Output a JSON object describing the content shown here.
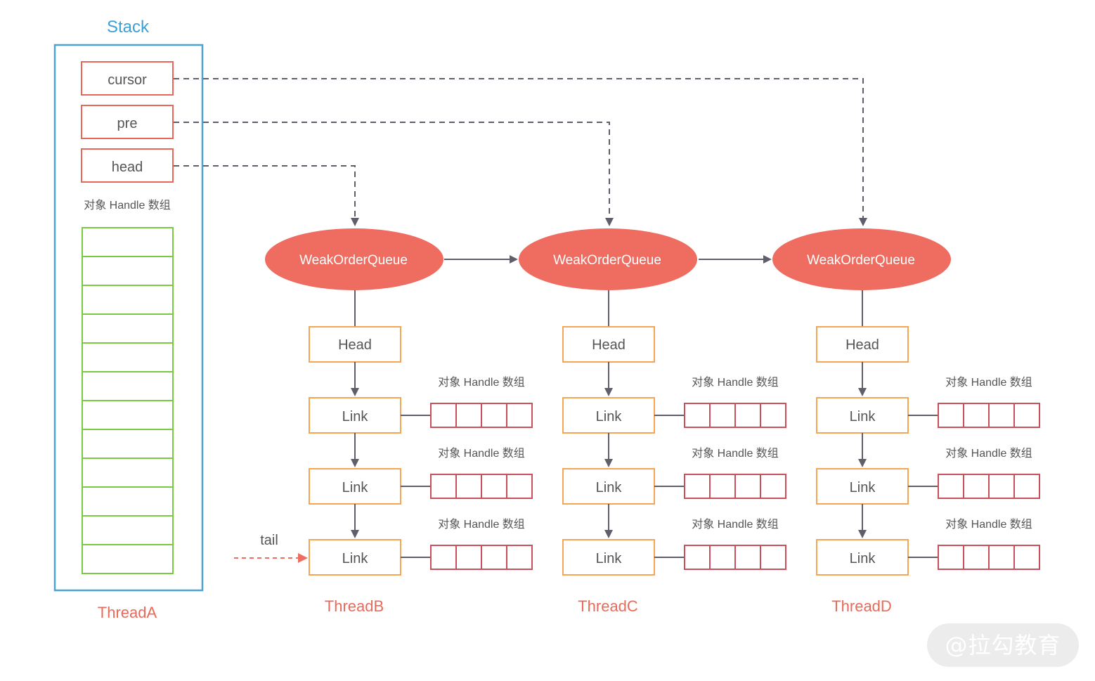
{
  "colors": {
    "stack_border": "#4aa3d1",
    "stack_title": "#3e9fd3",
    "pointer_box": "#e8675b",
    "array_green": "#7ac943",
    "queue_fill": "#ef6c60",
    "link_border": "#f5a554",
    "small_array": "#c9505a",
    "thread_label": "#ea6a5a",
    "arrow": "#5f5f6b",
    "tail_arrow": "#ef6c60"
  },
  "stack": {
    "title": "Stack",
    "pointers": [
      "cursor",
      "pre",
      "head"
    ],
    "array_label": "对象 Handle 数组",
    "array_slots": 12,
    "thread": "ThreadA"
  },
  "queues": [
    {
      "label": "WeakOrderQueue",
      "head": "Head",
      "links": [
        "Link",
        "Link",
        "Link"
      ],
      "array_label": "对象 Handle 数组",
      "array_slots": 4,
      "thread": "ThreadB"
    },
    {
      "label": "WeakOrderQueue",
      "head": "Head",
      "links": [
        "Link",
        "Link",
        "Link"
      ],
      "array_label": "对象 Handle 数组",
      "array_slots": 4,
      "thread": "ThreadC"
    },
    {
      "label": "WeakOrderQueue",
      "head": "Head",
      "links": [
        "Link",
        "Link",
        "Link"
      ],
      "array_label": "对象 Handle 数组",
      "array_slots": 4,
      "thread": "ThreadD"
    }
  ],
  "tail_label": "tail",
  "watermark": "@拉勾教育"
}
